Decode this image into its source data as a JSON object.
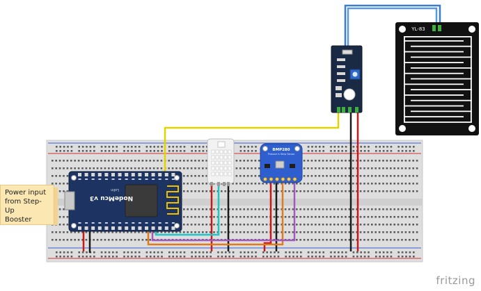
{
  "rain_sensor": {
    "label": "YL-83"
  },
  "nodemcu": {
    "label": "NodeMcu v3",
    "small": "Lolin"
  },
  "bmp280": {
    "label": "BMP280",
    "sub": "Pressure & Temp Sensor"
  },
  "note": {
    "lines": [
      "Power input",
      "from Step-Up",
      "Booster"
    ]
  },
  "brand": {
    "label": "fritzing"
  },
  "colors": {
    "breadboard": "#dedede",
    "nodemcu": "#1d3463",
    "bmp280": "#2f5fcf",
    "module": "#1a2a44",
    "rain_board": "#111111",
    "wire_yellow": "#f2e000",
    "wire_red": "#c81818",
    "wire_black": "#1a1a1a",
    "wire_cyan": "#22c5c5",
    "wire_orange": "#de7b1e",
    "wire_purple": "#a35ac0",
    "wire_blue": "#3d7cc9",
    "note_bg": "#fbe7b2"
  }
}
